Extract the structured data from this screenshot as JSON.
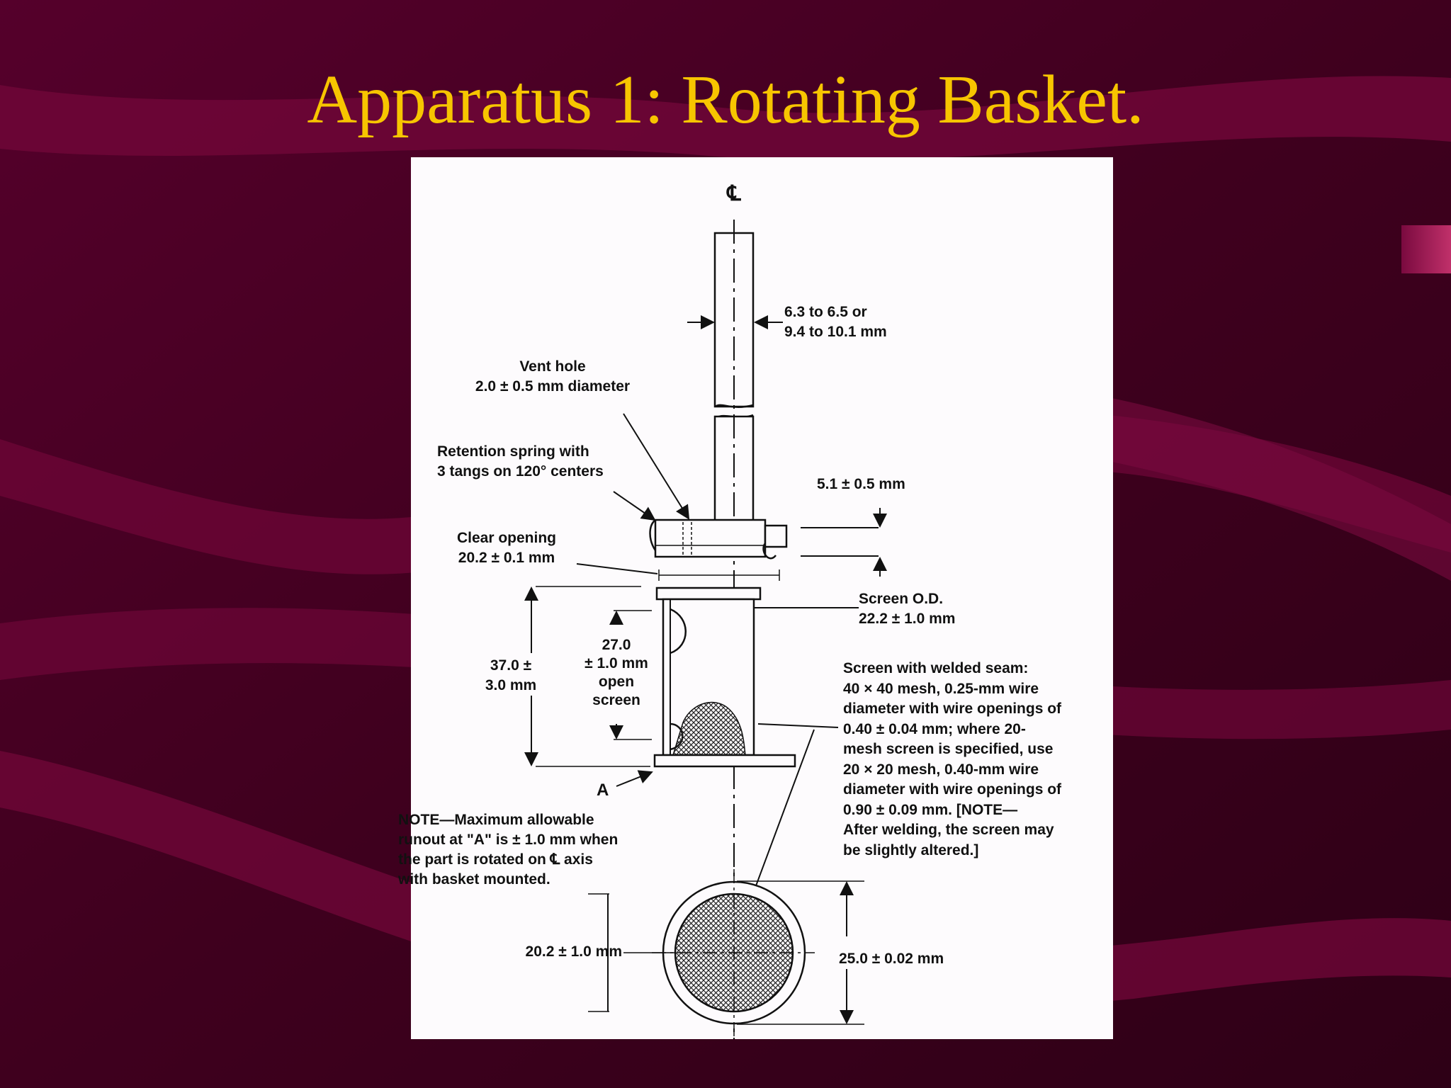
{
  "slide": {
    "title": "Apparatus 1: Rotating Basket.",
    "colors": {
      "background": "#4a0024",
      "wave": "#6e0637",
      "title": "#f7c500",
      "figure_bg": "#fdfbfd"
    }
  },
  "diagram": {
    "centerline_symbol": "℄",
    "labels": {
      "shaft_diameter": "6.3 to 6.5 or\n9.4 to 10.1 mm",
      "vent_hole": "Vent hole\n2.0 ± 0.5 mm diameter",
      "retention_spring": "Retention spring with\n3 tangs on 120° centers",
      "clip_height": "5.1 ± 0.5 mm",
      "clear_opening": "Clear opening\n20.2 ± 0.1 mm",
      "screen_od": "Screen O.D.\n22.2 ± 1.0 mm",
      "basket_height": "37.0 ±\n3.0 mm",
      "open_screen": "27.0\n± 1.0 mm\nopen\nscreen",
      "screen_spec": "Screen with welded seam:\n40 × 40 mesh, 0.25-mm wire\ndiameter with wire openings of\n0.40 ± 0.04 mm; where 20-\nmesh screen is specified, use\n20 × 20 mesh, 0.40-mm wire\ndiameter with wire openings of\n0.90 ± 0.09 mm. [NOTE—\nAfter welding, the screen may\nbe slightly altered.]",
      "point_a": "A",
      "note": "NOTE—Maximum allowable\nrunout at \"A\" is ± 1.0 mm when\nthe part is rotated on ℄ axis\nwith basket mounted.",
      "bottom_inner": "20.2 ± 1.0 mm",
      "bottom_outer": "25.0 ± 0.02 mm"
    }
  }
}
